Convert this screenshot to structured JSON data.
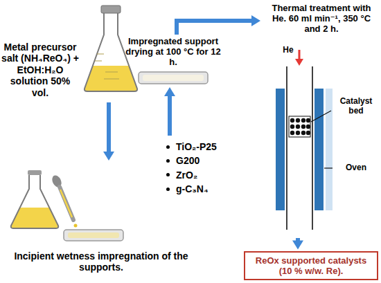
{
  "diagram": {
    "nodes": [
      {
        "text": [
          "Metal precursor salt (NH₄ReO₄) + EtOH:H₂O solution 50% vol."
        ]
      },
      {
        "text": [
          "Incipient wetness impregnation of the supports."
        ]
      },
      {
        "text": [
          "TiO₂-P25",
          "G200",
          "ZrO₂",
          "g-C₃N₄"
        ]
      },
      {
        "text": [
          "Impregnated support drying at 100 °C for 12 h."
        ]
      },
      {
        "text": [
          "Thermal treatment with He. 60 ml min⁻¹, 350 °C and 2 h."
        ]
      },
      {
        "text": [
          "ReOx supported catalysts (10 % w/w. Re)."
        ]
      }
    ],
    "edges": [
      {
        "from": 0,
        "to": 1,
        "arrow": "to"
      },
      {
        "from": 2,
        "to": 3,
        "arrow": "to"
      },
      {
        "from": 3,
        "to": 4,
        "arrow": "to"
      },
      {
        "from": 4,
        "to": 5,
        "arrow": "to"
      }
    ],
    "labels": [
      "He",
      "Catalyst bed",
      "Oven"
    ]
  }
}
